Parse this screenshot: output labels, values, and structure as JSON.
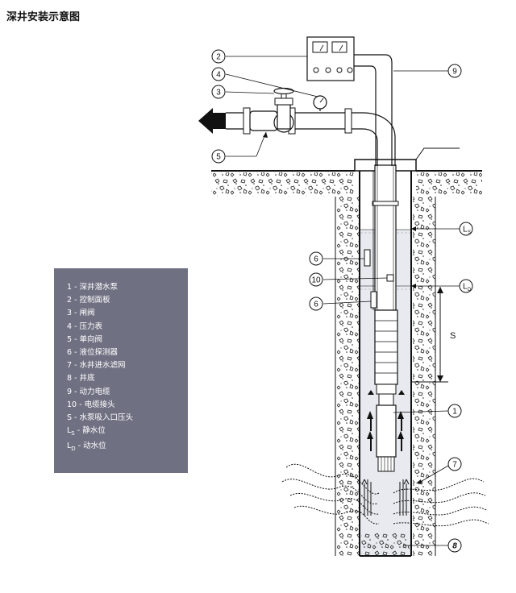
{
  "title": "深井安装示意图",
  "legend": [
    {
      "num": "1",
      "sep": " - ",
      "text": "深井潜水泵"
    },
    {
      "num": "2",
      "sep": " - ",
      "text": "控制面板"
    },
    {
      "num": "3",
      "sep": " - ",
      "text": "闸阀"
    },
    {
      "num": "4",
      "sep": " - ",
      "text": "压力表"
    },
    {
      "num": "5",
      "sep": " - ",
      "text": "单向阀"
    },
    {
      "num": "6",
      "sep": " - ",
      "text": "液位探测器"
    },
    {
      "num": "7",
      "sep": " - ",
      "text": "水井进水滤网"
    },
    {
      "num": "8",
      "sep": " - ",
      "text": "井底"
    },
    {
      "num": "9",
      "sep": " - ",
      "text": "动力电缆"
    },
    {
      "num": "10",
      "sep": " - ",
      "text": "电缆接头"
    },
    {
      "num": "S",
      "sep": " - ",
      "text": "水泵吸入口压头"
    },
    {
      "num": "L",
      "sub": "S",
      "sep": " - ",
      "text": "静水位"
    },
    {
      "num": "L",
      "sub": "D",
      "sep": " - ",
      "text": "动水位"
    }
  ],
  "callouts": {
    "c2": "2",
    "c4": "4",
    "c3": "3",
    "c5": "5",
    "c9": "9",
    "c6a": "6",
    "c10": "10",
    "c6b": "6",
    "c1": "1",
    "c7": "7",
    "c8": "8",
    "ls_main": "L",
    "ls_sub": "S",
    "ld_main": "L",
    "ld_sub": "D",
    "s_label": "S"
  },
  "colors": {
    "legend_bg": "#6f7183",
    "line": "#111111",
    "water": "#d9dde4"
  }
}
